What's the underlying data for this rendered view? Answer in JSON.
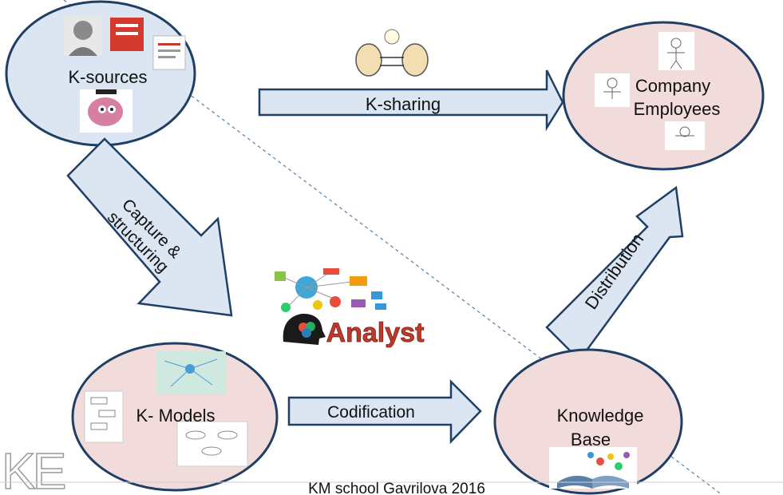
{
  "nodes": {
    "ksources": "K-sources",
    "company_line1": "Company",
    "company_line2": "Employees",
    "kmodels": "K- Models",
    "kb_line1": "Knowledge",
    "kb_line2": "Base"
  },
  "arrows": {
    "ksharing": "K-sharing",
    "capture_line1": "Capture &",
    "capture_line2": "structuring",
    "codification": "Codification",
    "distribution": "Distribution"
  },
  "analyst_label": "Analyst",
  "footer": "KM school Gavrilova 2016",
  "logo_text": "KE",
  "colors": {
    "blue_fill": "#dce6f2",
    "pink_fill": "#f2dcdb",
    "stroke": "#1f3f66",
    "analyst_red": "#c0392b"
  }
}
